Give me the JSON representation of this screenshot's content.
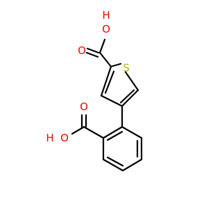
{
  "molecule": {
    "atoms": {
      "o_top_hydroxyl": "O",
      "h_top_hydroxyl": "H",
      "o_top_carbonyl": "O",
      "s_ring": "S",
      "o_left_carbonyl": "O",
      "o_left_hydroxyl": "O",
      "h_left_hydroxyl": "H"
    },
    "colors": {
      "bond": "#000000",
      "oxygen": "#ff0000",
      "sulfur": "#b2b200",
      "background": "#ffffff"
    }
  }
}
